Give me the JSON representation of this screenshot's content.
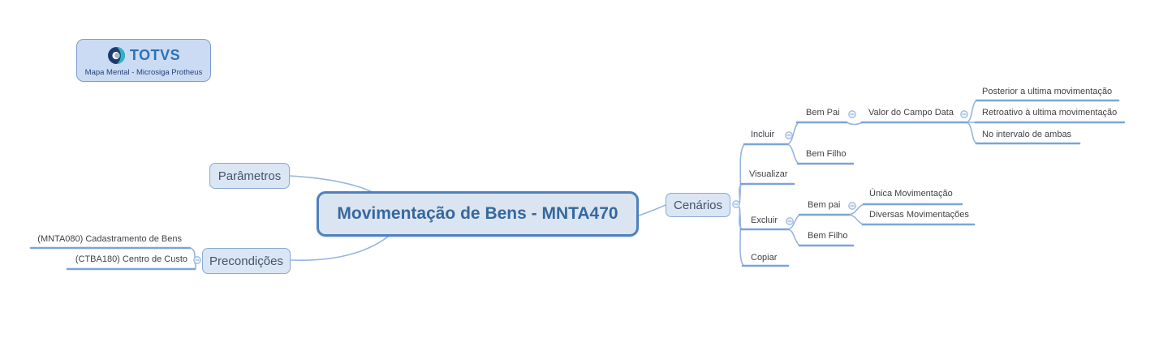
{
  "header": {
    "brand": "TOTVS",
    "subtitle": "Mapa Mental - Microsiga Protheus"
  },
  "mindmap": {
    "root": {
      "label": "Movimentação de Bens - MNTA470"
    },
    "left": {
      "parametros": {
        "label": "Parâmetros"
      },
      "precondicoes": {
        "label": "Precondições",
        "children": [
          {
            "label": "(MNTA080) Cadastramento de Bens"
          },
          {
            "label": "(CTBA180) Centro de Custo"
          }
        ]
      }
    },
    "right": {
      "cenarios": {
        "label": "Cenários",
        "children": [
          {
            "label": "Incluir",
            "children": [
              {
                "label": "Bem Pai",
                "children": [
                  {
                    "label": "Valor do Campo Data",
                    "children": [
                      {
                        "label": "Posterior a ultima movimentação"
                      },
                      {
                        "label": "Retroativo à ultima movimentação"
                      },
                      {
                        "label": "No intervalo de ambas"
                      }
                    ]
                  }
                ]
              },
              {
                "label": "Bem Filho"
              }
            ]
          },
          {
            "label": "Visualizar"
          },
          {
            "label": "Excluir",
            "children": [
              {
                "label": "Bem pai",
                "children": [
                  {
                    "label": "Única Movimentação"
                  },
                  {
                    "label": "Diversas Movimentações"
                  }
                ]
              },
              {
                "label": "Bem Filho"
              }
            ]
          },
          {
            "label": "Copiar"
          }
        ]
      }
    }
  },
  "colors": {
    "main_border": "#4f81bd",
    "main_fill": "#dbe5f1",
    "node_fill": "#dbe6f4",
    "node_border": "#8aa8d6",
    "underline": "#7aa5d9",
    "curve": "#97b5e0",
    "toggle": "#9bb9e2",
    "main_text": "#36689e",
    "node_text": "#44546a",
    "leaf_text": "#3f4245",
    "logo_navy": "#1d3a6e",
    "logo_teal": "#32b2c4",
    "brand_blue": "#2a72b8"
  }
}
